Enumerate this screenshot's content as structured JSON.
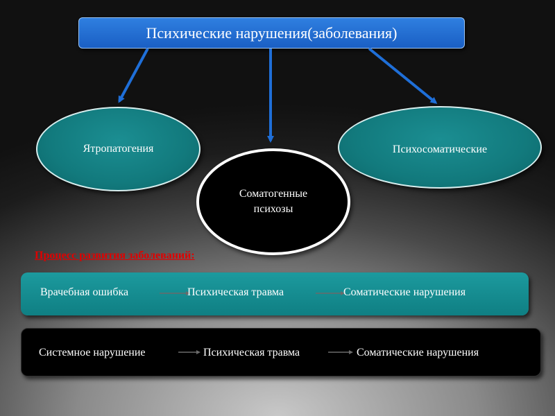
{
  "title": "Психические нарушения(заболевания)",
  "nodes": {
    "iatro": "Ятропатогения",
    "somato_psychoses_line1": "Соматогенные",
    "somato_psychoses_line2": "психозы",
    "psychosomatic": "Психосоматические"
  },
  "process_heading": "Процесс развития заболеваний:",
  "process_1": {
    "step1": "Врачебная ошибка",
    "step2": "Психическая травма",
    "step3": "Соматические нарушения"
  },
  "process_2": {
    "step1": "Системное нарушение",
    "step2": "Психическая травма",
    "step3": "Соматические нарушения"
  },
  "colors": {
    "title_box": "#1a5fc4",
    "ellipse_teal": "#127a7d",
    "center_ellipse": "#000000",
    "arrow": "#1f6fd8",
    "heading": "#e00000"
  }
}
